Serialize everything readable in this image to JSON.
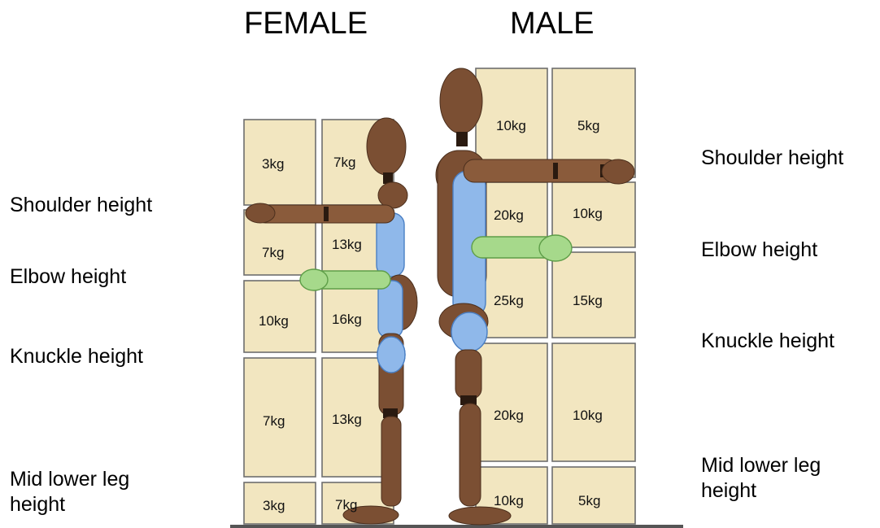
{
  "headings": {
    "female": "FEMALE",
    "male": "MALE"
  },
  "female_labels": {
    "shoulder": "Shoulder height",
    "elbow": "Elbow height",
    "knuckle": "Knuckle height",
    "lower_leg_line1": "Mid lower leg",
    "lower_leg_line2": "height"
  },
  "male_labels": {
    "shoulder": "Shoulder height",
    "elbow": "Elbow height",
    "knuckle": "Knuckle height",
    "lower_leg_line1": "Mid lower leg",
    "lower_leg_line2": "height"
  },
  "female_boxes": [
    {
      "zone": "shoulder-to-head",
      "left": "3kg",
      "right": "7kg"
    },
    {
      "zone": "elbow-to-shoulder",
      "left": "7kg",
      "right": "13kg"
    },
    {
      "zone": "knuckle-to-elbow",
      "left": "10kg",
      "right": "16kg"
    },
    {
      "zone": "leg-to-knuckle",
      "left": "7kg",
      "right": "13kg"
    },
    {
      "zone": "floor-to-leg",
      "left": "3kg",
      "right": "7kg"
    }
  ],
  "male_boxes": [
    {
      "zone": "shoulder-to-head",
      "left": "10kg",
      "right": "5kg"
    },
    {
      "zone": "elbow-to-shoulder",
      "left": "20kg",
      "right": "10kg"
    },
    {
      "zone": "knuckle-to-elbow",
      "left": "25kg",
      "right": "15kg"
    },
    {
      "zone": "leg-to-knuckle",
      "left": "20kg",
      "right": "10kg"
    },
    {
      "zone": "floor-to-leg",
      "left": "10kg",
      "right": "5kg"
    }
  ],
  "colors": {
    "box_fill": "#f2e6c0",
    "mannequin": "#7b4f33",
    "highlight_blue": "#8fb8ea",
    "highlight_green": "#a6d98b"
  }
}
